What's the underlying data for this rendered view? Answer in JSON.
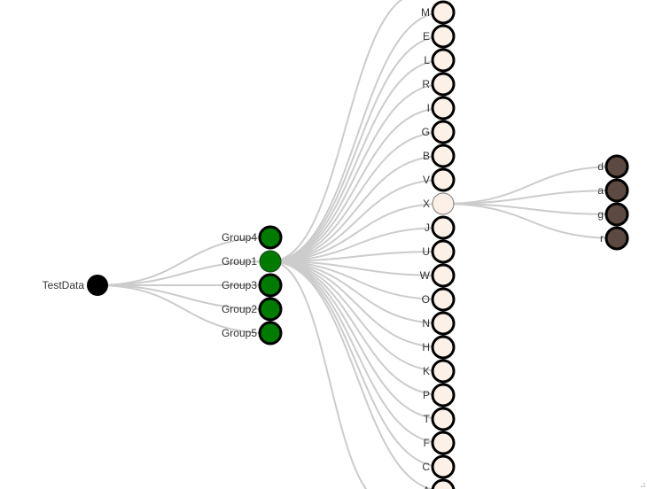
{
  "tree": {
    "root": {
      "label": "TestData",
      "color": "#000000"
    },
    "groups": [
      {
        "label": "Group4",
        "color": "#007a00"
      },
      {
        "label": "Group1",
        "color": "#007a00",
        "selected": true
      },
      {
        "label": "Group3",
        "color": "#007a00"
      },
      {
        "label": "Group2",
        "color": "#007a00"
      },
      {
        "label": "Group5",
        "color": "#007a00"
      }
    ],
    "letters": [
      "M",
      "E",
      "L",
      "R",
      "I",
      "G",
      "B",
      "V",
      "X",
      "J",
      "U",
      "W",
      "O",
      "N",
      "H",
      "K",
      "P",
      "T",
      "F",
      "C",
      "A"
    ],
    "letter_color": "#fdf0e6",
    "expanded_letter": "X",
    "leaves": [
      {
        "label": "d",
        "color": "#5c4a42"
      },
      {
        "label": "a",
        "color": "#5c4a42"
      },
      {
        "label": "g",
        "color": "#5c4a42"
      },
      {
        "label": "r",
        "color": "#5c4a42"
      }
    ],
    "link_color": "#cccccc"
  }
}
